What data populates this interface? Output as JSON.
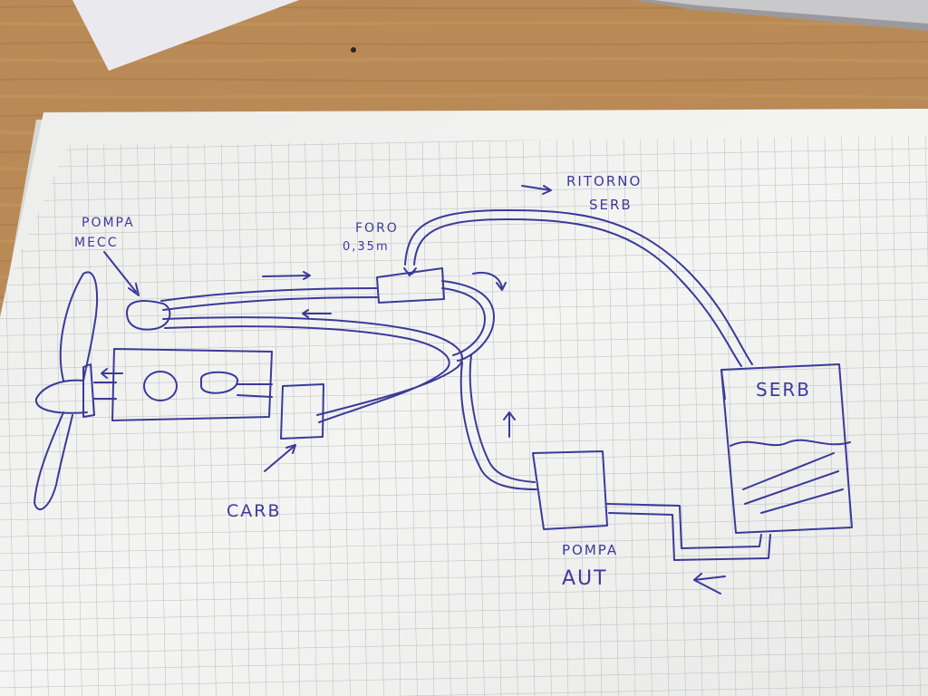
{
  "scene": {
    "description_free": true,
    "ink_color": "#3a3a99",
    "paper_color": "#f2f2f0",
    "grid_color": "#b9bcc4",
    "desk_color": "#b98a55"
  },
  "labels": {
    "pompa_mecc_line1": "POMPA",
    "pompa_mecc_line2": "MECC",
    "foro_line1": "FORO",
    "foro_line2": "0,35m",
    "ritorno_line1": "RITORNO",
    "ritorno_line2": "SERB",
    "serb": "SERB",
    "carb": "CARB",
    "pompa_aut_line1": "POMPA",
    "pompa_aut_line2": "AUT"
  }
}
